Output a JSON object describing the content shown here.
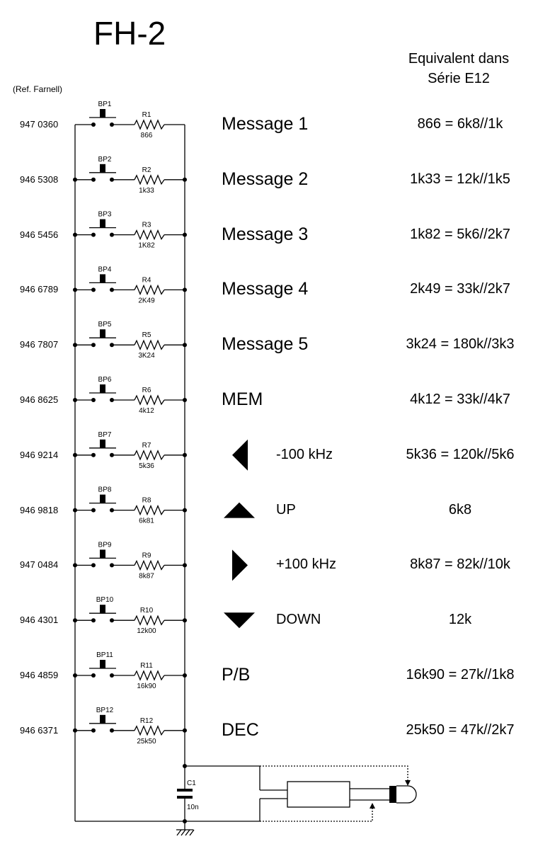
{
  "title": "FH-2",
  "header": {
    "line1": "Equivalent dans",
    "line2": "Série E12"
  },
  "ref_label": "(Ref. Farnell)",
  "rows": [
    {
      "part_number": "947 0360",
      "bp": "BP1",
      "r": "R1",
      "value": "866",
      "label": "Message 1",
      "arrow": null,
      "equivalent": "866 = 6k8//1k"
    },
    {
      "part_number": "946 5308",
      "bp": "BP2",
      "r": "R2",
      "value": "1k33",
      "label": "Message 2",
      "arrow": null,
      "equivalent": "1k33 = 12k//1k5"
    },
    {
      "part_number": "946 5456",
      "bp": "BP3",
      "r": "R3",
      "value": "1K82",
      "label": "Message 3",
      "arrow": null,
      "equivalent": "1k82 = 5k6//2k7"
    },
    {
      "part_number": "946 6789",
      "bp": "BP4",
      "r": "R4",
      "value": "2K49",
      "label": "Message 4",
      "arrow": null,
      "equivalent": "2k49 = 33k//2k7"
    },
    {
      "part_number": "946 7807",
      "bp": "BP5",
      "r": "R5",
      "value": "3K24",
      "label": "Message 5",
      "arrow": null,
      "equivalent": "3k24 = 180k//3k3"
    },
    {
      "part_number": "946 8625",
      "bp": "BP6",
      "r": "R6",
      "value": "4k12",
      "label": "MEM",
      "arrow": null,
      "equivalent": "4k12 = 33k//4k7"
    },
    {
      "part_number": "946 9214",
      "bp": "BP7",
      "r": "R7",
      "value": "5k36",
      "label": "-100 kHz",
      "arrow": "left",
      "equivalent": "5k36 = 120k//5k6"
    },
    {
      "part_number": "946 9818",
      "bp": "BP8",
      "r": "R8",
      "value": "6k81",
      "label": "UP",
      "arrow": "up",
      "equivalent": "6k8"
    },
    {
      "part_number": "947 0484",
      "bp": "BP9",
      "r": "R9",
      "value": "8k87",
      "label": "+100 kHz",
      "arrow": "right",
      "equivalent": "8k87 = 82k//10k"
    },
    {
      "part_number": "946 4301",
      "bp": "BP10",
      "r": "R10",
      "value": "12k00",
      "label": "DOWN",
      "arrow": "down",
      "equivalent": "12k"
    },
    {
      "part_number": "946 4859",
      "bp": "BP11",
      "r": "R11",
      "value": "16k90",
      "label": "P/B",
      "arrow": null,
      "equivalent": "16k90 = 27k//1k8"
    },
    {
      "part_number": "946 6371",
      "bp": "BP12",
      "r": "R12",
      "value": "25k50",
      "label": "DEC",
      "arrow": null,
      "equivalent": "25k50 = 47k//2k7"
    }
  ],
  "capacitor": {
    "name": "C1",
    "value": "10n"
  }
}
